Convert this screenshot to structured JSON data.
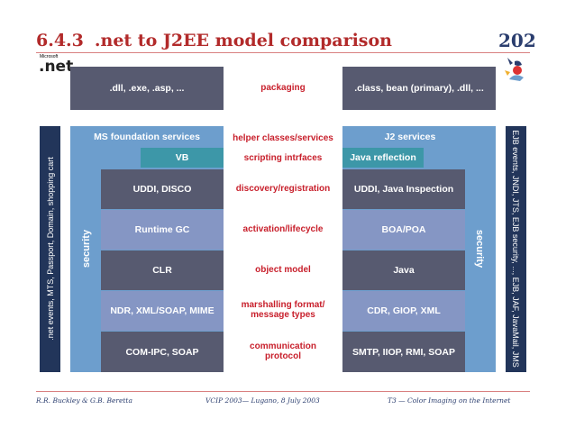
{
  "header": {
    "section_number": "6.4.3",
    "title": ".net to J2EE model comparison",
    "page_number": "202",
    "net_logo_small": "Microsoft",
    "net_logo": ".net"
  },
  "left_sidebar": ".net events, MTS, Passport, Domain, shopping cart",
  "right_sidebar": "EJB events, JNDI, JTS, EJB security, ..., EJB, JAF, JavaMail, JMS",
  "left_security": "security",
  "right_security": "security",
  "rows": {
    "packaging": {
      "left": ".dll, .exe, .asp, ...",
      "label": "packaging",
      "right": ".class, bean (primary), .dll, ..."
    },
    "foundation": {
      "left": "MS foundation services",
      "label": "helper classes/services",
      "right": "J2 services"
    },
    "scripting": {
      "left": "VB",
      "label": "scripting intrfaces",
      "right": "Java reflection"
    },
    "discovery": {
      "left": "UDDI, DISCO",
      "label": "discovery/registration",
      "right": "UDDI, Java Inspection"
    },
    "activation": {
      "left": "Runtime GC",
      "label": "activation/lifecycle",
      "right": "BOA/POA"
    },
    "object": {
      "left": "CLR",
      "label": "object model",
      "right": "Java"
    },
    "marshalling": {
      "left": "NDR, XML/SOAP, MIME",
      "label_line1": "marshalling format/",
      "label_line2": "message types",
      "right": "CDR, GIOP, XML"
    },
    "communication": {
      "left": "COM-IPC, SOAP",
      "label_line1": "communication",
      "label_line2": "protocol",
      "right": "SMTP, IIOP, RMI, SOAP"
    }
  },
  "footer": {
    "authors": "R.R. Buckley & G.B. Beretta",
    "conference": "VCIP 2003— Lugano, 8 July 2003",
    "course": "T3 — Color Imaging on the Internet"
  },
  "colors": {
    "title": "#b22a2a",
    "middle_labels": "#c8202c",
    "dark_box": "#575a70",
    "mid_box": "#8596c4",
    "outer_frame": "#6d9ecd",
    "scripting_box": "#3d97a8",
    "sidebar": "#22355a"
  }
}
